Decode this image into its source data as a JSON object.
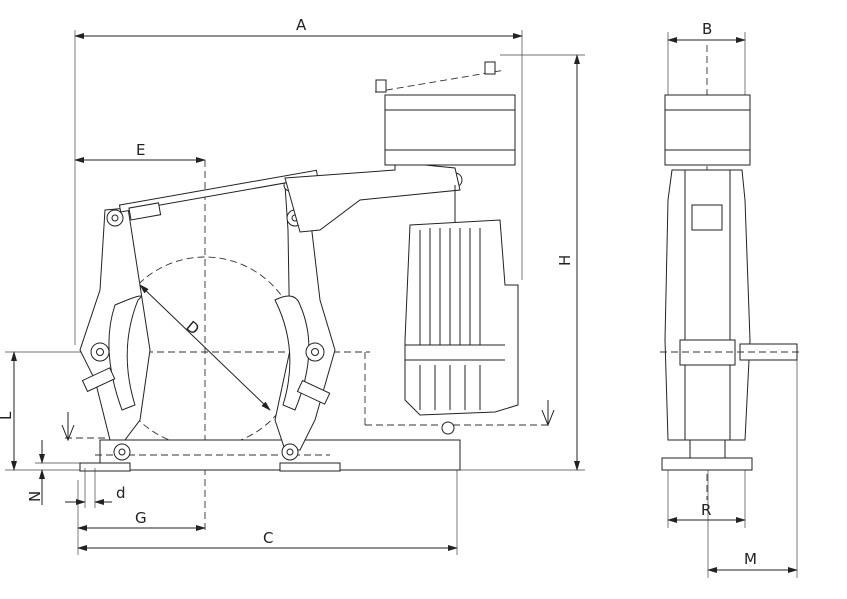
{
  "title": "Electro-hydraulic drum brake dimension drawing",
  "dimensions": {
    "A": "A",
    "B": "B",
    "C": "C",
    "D": "D",
    "E": "E",
    "G": "G",
    "H": "H",
    "L": "L",
    "M": "M",
    "N": "N",
    "R": "R",
    "d": "d"
  },
  "colors": {
    "line": "#222222",
    "background": "#ffffff"
  }
}
